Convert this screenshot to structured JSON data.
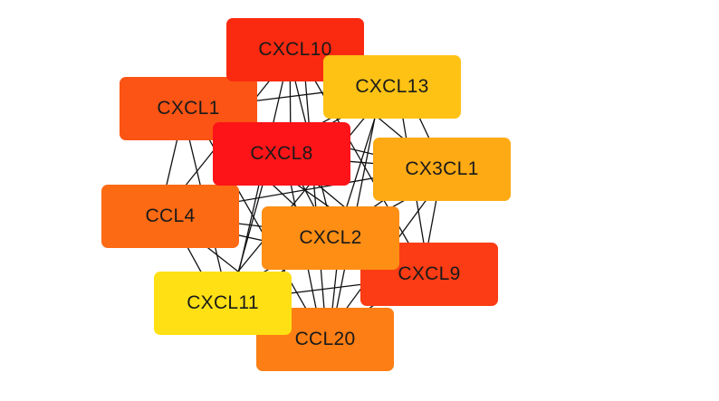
{
  "nodes": [
    {
      "id": "CXCL10",
      "label": "CXCL10",
      "color": "#fa2a10"
    },
    {
      "id": "CXCL1",
      "label": "CXCL1",
      "color": "#fb5414"
    },
    {
      "id": "CXCL13",
      "label": "CXCL13",
      "color": "#fec214"
    },
    {
      "id": "CXCL8",
      "label": "CXCL8",
      "color": "#fc1418"
    },
    {
      "id": "CX3CL1",
      "label": "CX3CL1",
      "color": "#feaa14"
    },
    {
      "id": "CCL4",
      "label": "CCL4",
      "color": "#fd6a14"
    },
    {
      "id": "CXCL2",
      "label": "CXCL2",
      "color": "#fe8e14"
    },
    {
      "id": "CXCL9",
      "label": "CXCL9",
      "color": "#fb3c14"
    },
    {
      "id": "CXCL11",
      "label": "CXCL11",
      "color": "#fee014"
    },
    {
      "id": "CCL20",
      "label": "CCL20",
      "color": "#fd7e14"
    }
  ],
  "edges": [
    [
      "CXCL10",
      "CXCL1"
    ],
    [
      "CXCL10",
      "CXCL13"
    ],
    [
      "CXCL10",
      "CXCL8"
    ],
    [
      "CXCL10",
      "CX3CL1"
    ],
    [
      "CXCL10",
      "CCL4"
    ],
    [
      "CXCL10",
      "CXCL2"
    ],
    [
      "CXCL10",
      "CXCL9"
    ],
    [
      "CXCL10",
      "CXCL11"
    ],
    [
      "CXCL10",
      "CCL20"
    ],
    [
      "CXCL1",
      "CXCL13"
    ],
    [
      "CXCL1",
      "CXCL8"
    ],
    [
      "CXCL1",
      "CX3CL1"
    ],
    [
      "CXCL1",
      "CCL4"
    ],
    [
      "CXCL1",
      "CXCL2"
    ],
    [
      "CXCL1",
      "CXCL9"
    ],
    [
      "CXCL1",
      "CXCL11"
    ],
    [
      "CXCL1",
      "CCL20"
    ],
    [
      "CXCL13",
      "CXCL8"
    ],
    [
      "CXCL13",
      "CX3CL1"
    ],
    [
      "CXCL13",
      "CCL4"
    ],
    [
      "CXCL13",
      "CXCL2"
    ],
    [
      "CXCL13",
      "CXCL9"
    ],
    [
      "CXCL13",
      "CXCL11"
    ],
    [
      "CXCL13",
      "CCL20"
    ],
    [
      "CXCL8",
      "CX3CL1"
    ],
    [
      "CXCL8",
      "CCL4"
    ],
    [
      "CXCL8",
      "CXCL2"
    ],
    [
      "CXCL8",
      "CXCL9"
    ],
    [
      "CXCL8",
      "CXCL11"
    ],
    [
      "CXCL8",
      "CCL20"
    ],
    [
      "CX3CL1",
      "CCL4"
    ],
    [
      "CX3CL1",
      "CXCL2"
    ],
    [
      "CX3CL1",
      "CXCL9"
    ],
    [
      "CX3CL1",
      "CXCL11"
    ],
    [
      "CX3CL1",
      "CCL20"
    ],
    [
      "CCL4",
      "CXCL2"
    ],
    [
      "CCL4",
      "CXCL9"
    ],
    [
      "CCL4",
      "CXCL11"
    ],
    [
      "CCL4",
      "CCL20"
    ],
    [
      "CXCL2",
      "CXCL9"
    ],
    [
      "CXCL2",
      "CXCL11"
    ],
    [
      "CXCL2",
      "CCL20"
    ],
    [
      "CXCL9",
      "CXCL11"
    ],
    [
      "CXCL9",
      "CCL20"
    ],
    [
      "CXCL11",
      "CCL20"
    ]
  ],
  "edge_color": "#111111"
}
